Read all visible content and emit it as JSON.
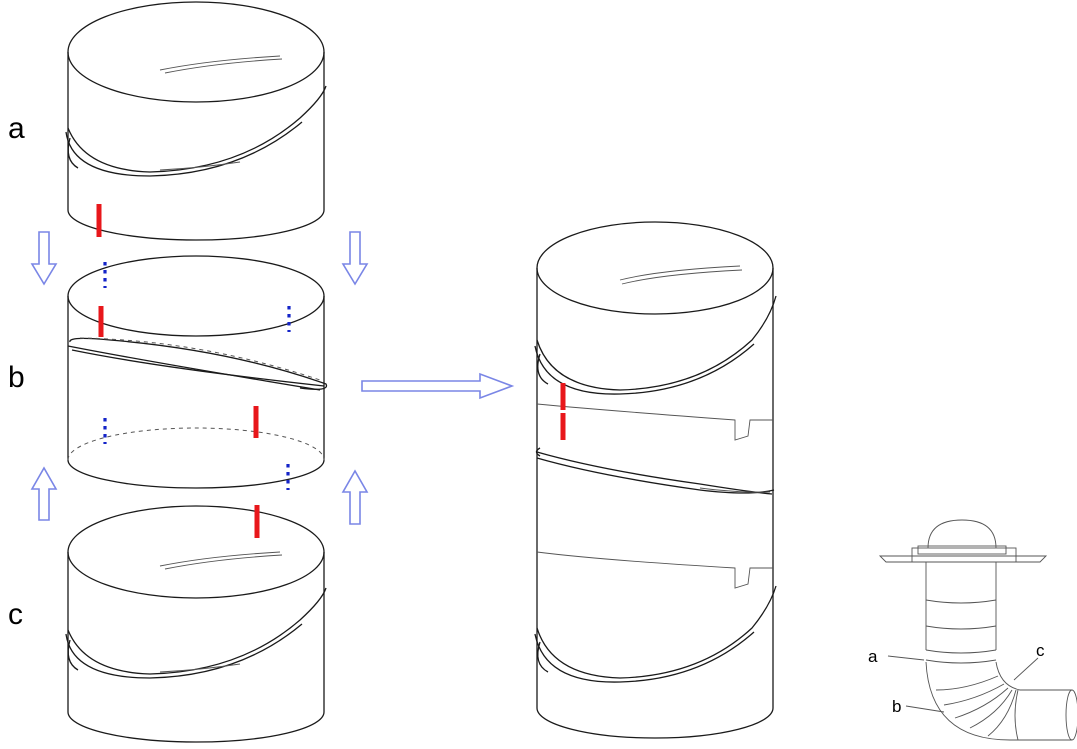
{
  "labels": {
    "a": "a",
    "b": "b",
    "c": "c",
    "inset_a": "a",
    "inset_b": "b",
    "inset_c": "c"
  },
  "colors": {
    "line": "#1a1a1a",
    "marker_red": "#e8171b",
    "marker_blue": "#1424c8",
    "arrow": "#7a86e6"
  }
}
